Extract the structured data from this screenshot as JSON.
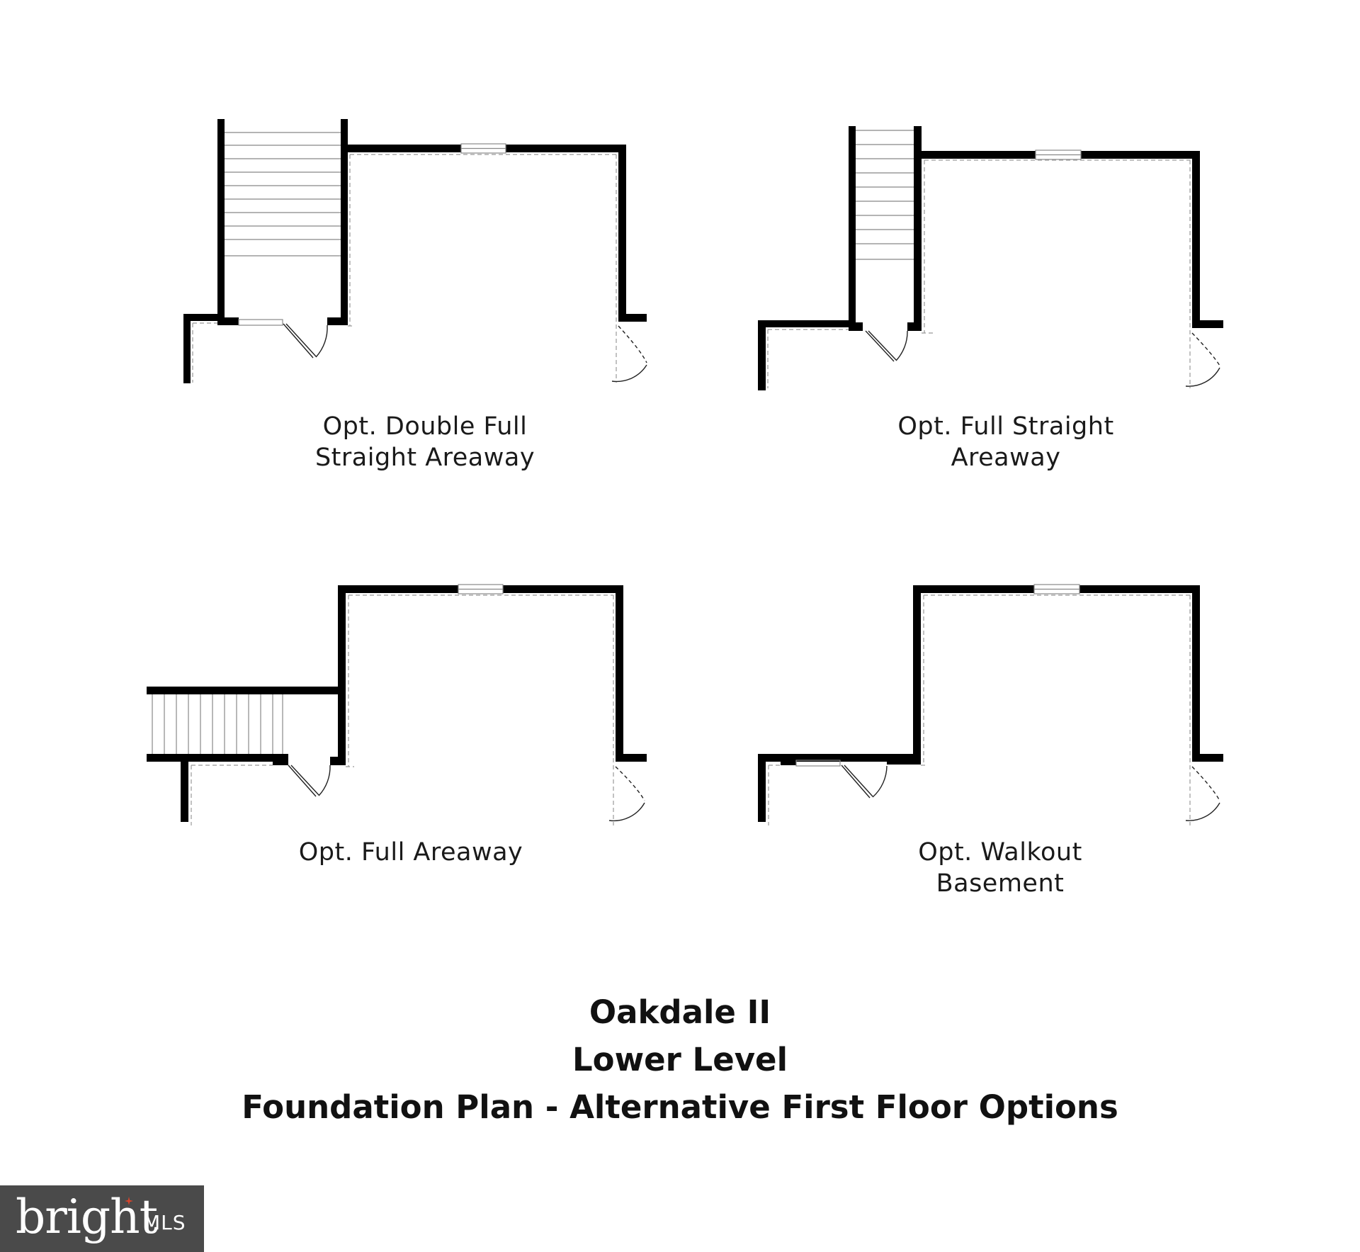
{
  "plans": [
    {
      "id": "double-full-straight",
      "label_lines": [
        "Opt. Double Full",
        "Straight Areaway"
      ]
    },
    {
      "id": "full-straight",
      "label_lines": [
        "Opt. Full Straight",
        "Areaway"
      ]
    },
    {
      "id": "full-areaway",
      "label_lines": [
        "Opt. Full Areaway"
      ]
    },
    {
      "id": "walkout-basement",
      "label_lines": [
        "Opt. Walkout",
        "Basement"
      ]
    }
  ],
  "title": {
    "line1": "Oakdale II",
    "line2": "Lower Level",
    "line3": "Foundation Plan - Alternative First Floor Options"
  },
  "watermark": {
    "brand": "bright",
    "suffix": "MLS"
  },
  "colors": {
    "wall": "#000000",
    "watermark_bg": "#4a4a4a",
    "accent": "#d9442b"
  }
}
